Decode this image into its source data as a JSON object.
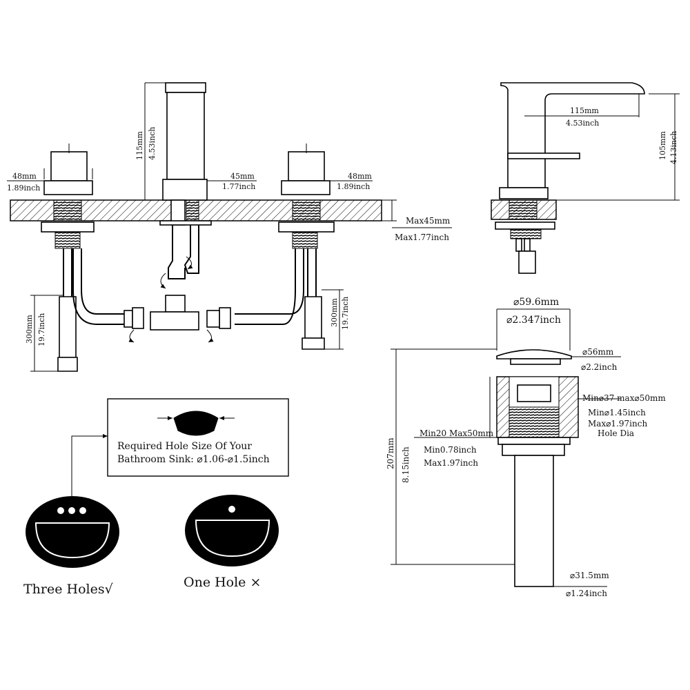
{
  "front_view": {
    "left_handle_width_mm": "48mm",
    "left_handle_width_inch": "1.89inch",
    "spout_height_mm": "115mm",
    "spout_height_inch": "4.53inch",
    "spout_base_mm": "45mm",
    "spout_base_inch": "1.77inch",
    "right_handle_width_mm": "48mm",
    "right_handle_width_inch": "1.89inch",
    "deck_max_mm": "Max45mm",
    "deck_max_inch": "Max1.77inch",
    "left_hose_mm": "300mm",
    "left_hose_inch": "19.7inch",
    "right_hose_mm": "300mm",
    "right_hose_inch": "19.7inch"
  },
  "side_view": {
    "reach_mm": "115mm",
    "reach_inch": "4.53inch",
    "height_mm": "105mm",
    "height_inch": "4.13inch"
  },
  "drain": {
    "cap_dia_mm": "⌀59.6mm",
    "cap_dia_inch": "⌀2.347inch",
    "flange_dia_mm": "⌀56mm",
    "flange_dia_inch": "⌀2.2inch",
    "hole_range_mm": "Min⌀37 max⌀50mm",
    "hole_min_inch": "Min⌀1.45inch",
    "hole_max_inch": "Max⌀1.97inch",
    "hole_label": "Hole Dia",
    "thickness_mm": "Min20 Max50mm",
    "thickness_min_inch": "Min0.78inch",
    "thickness_max_inch": "Max1.97inch",
    "total_height_mm": "207mm",
    "total_height_inch": "8.15inch",
    "tail_dia_mm": "⌀31.5mm",
    "tail_dia_inch": "⌀1.24inch"
  },
  "callout": {
    "line1": "Required Hole Size Of Your",
    "line2": "Bathroom Sink: ⌀1.06-⌀1.5inch"
  },
  "sinks": {
    "three_holes": "Three Holes√",
    "one_hole": "One Hole ×"
  },
  "colors": {
    "ink": "#000000",
    "background": "#ffffff"
  }
}
